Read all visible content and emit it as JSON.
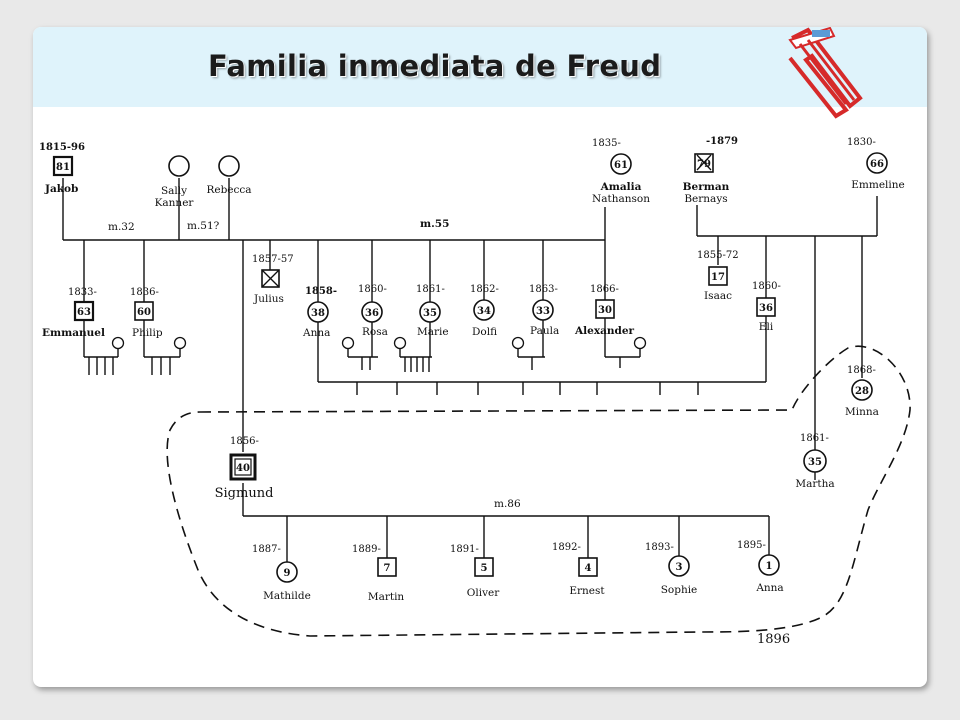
{
  "title": "Familia inmediata de Freud",
  "footer_year": "1896",
  "marriages": {
    "m32": "m.32",
    "m51": "m.51?",
    "m55": "m.55",
    "m86": "m.86"
  },
  "persons": {
    "jakob": {
      "name": "Jakob",
      "years": "1815-96",
      "age": "81"
    },
    "sally": {
      "name1": "Sally",
      "name2": "Kanner"
    },
    "rebecca": {
      "name": "Rebecca"
    },
    "amalia": {
      "name1": "Amalia",
      "name2": "Nathanson",
      "years": "1835-",
      "age": "61"
    },
    "berman": {
      "name1": "Berman",
      "name2": "Bernays",
      "years": "-1879",
      "age": "79"
    },
    "emmeline": {
      "name": "Emmeline",
      "years": "1830-",
      "age": "66"
    },
    "emmanuel": {
      "name": "Emmanuel",
      "years": "1833-",
      "age": "63"
    },
    "philip": {
      "name": "Philip",
      "years": "1836-",
      "age": "60"
    },
    "julius": {
      "name": "Julius",
      "years": "1857-57"
    },
    "anna_s": {
      "name": "Anna",
      "years": "1858-",
      "age": "38"
    },
    "rosa": {
      "name": "Rosa",
      "years": "1860-",
      "age": "36"
    },
    "marie": {
      "name": "Marie",
      "years": "1861-",
      "age": "35"
    },
    "dolfi": {
      "name": "Dolfi",
      "years": "1862-",
      "age": "34"
    },
    "paula": {
      "name": "Paula",
      "years": "1863-",
      "age": "33"
    },
    "alexander": {
      "name": "Alexander",
      "years": "1866-",
      "age": "30"
    },
    "isaac": {
      "name": "Isaac",
      "years": "1855-72",
      "age": "17"
    },
    "eli": {
      "name": "Eli",
      "years": "1860-",
      "age": "36"
    },
    "minna": {
      "name": "Minna",
      "years": "1868-",
      "age": "28"
    },
    "sigmund": {
      "name": "Sigmund",
      "years": "1856-",
      "age": "40"
    },
    "martha": {
      "name": "Martha",
      "years": "1861-",
      "age": "35"
    },
    "mathilde": {
      "name": "Mathilde",
      "years": "1887-",
      "age": "9"
    },
    "martin": {
      "name": "Martin",
      "years": "1889-",
      "age": "7"
    },
    "oliver": {
      "name": "Oliver",
      "years": "1891-",
      "age": "5"
    },
    "ernest": {
      "name": "Ernest",
      "years": "1892-",
      "age": "4"
    },
    "sophie": {
      "name": "Sophie",
      "years": "1893-",
      "age": "3"
    },
    "anna_d": {
      "name": "Anna",
      "years": "1895-",
      "age": "1"
    }
  }
}
